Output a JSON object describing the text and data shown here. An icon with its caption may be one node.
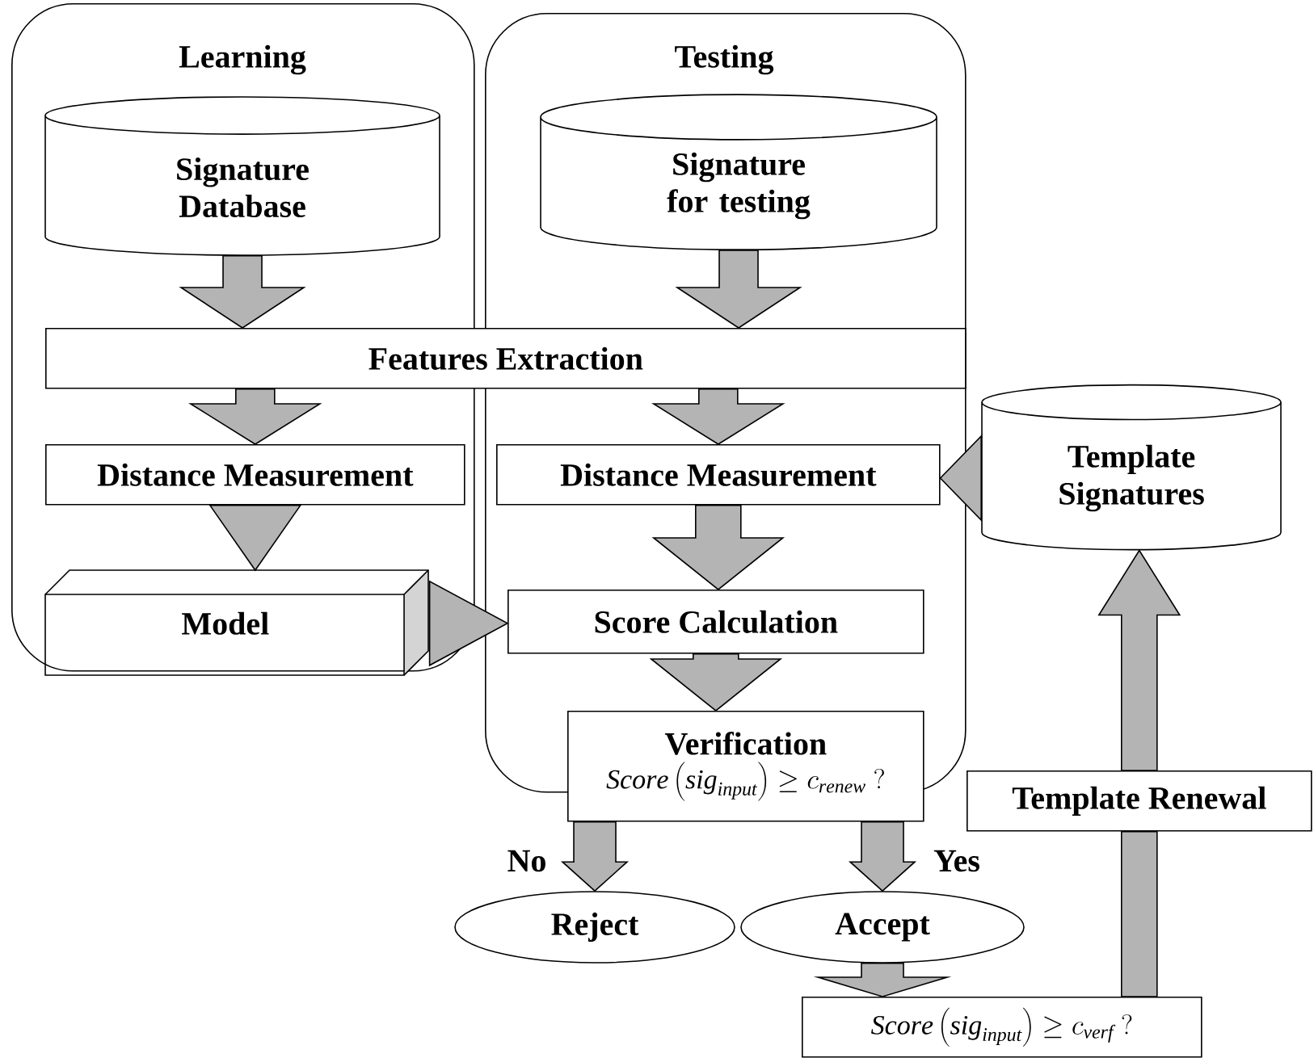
{
  "diagram": {
    "nodes": [
      {
        "text": [
          "Learning"
        ]
      },
      {
        "text": [
          "Testing"
        ]
      },
      {
        "text": [
          "Signature Database"
        ],
        "in": 0
      },
      {
        "text": [
          "Signature for testing"
        ],
        "in": 1
      },
      {
        "text": [
          "Features Extraction"
        ]
      },
      {
        "text": [
          "Distance Measurement"
        ],
        "in": 0
      },
      {
        "text": [
          "Distance Measurement"
        ],
        "in": 1
      },
      {
        "text": [
          "Model"
        ],
        "in": 0
      },
      {
        "text": [
          "Score Calculation"
        ],
        "in": 1
      },
      {
        "text": [
          "Verification",
          "\\mathit{Score}\\left(\\mathit{sig}_{\\mathit{input}}\\right)\\geq c_{\\mathit{renew}}\\ ?"
        ]
      },
      {
        "text": [
          "Reject"
        ]
      },
      {
        "text": [
          "Accept"
        ]
      },
      {
        "text": [
          "\\mathit{Score}\\left(\\mathit{sig}_{\\mathit{input}}\\right)\\geq c_{\\mathit{verf}}\\ ?"
        ]
      },
      {
        "text": [
          "Template Renewal"
        ]
      },
      {
        "text": [
          "Template Signatures"
        ]
      }
    ],
    "edges": [
      {
        "from": 2,
        "to": 4,
        "arrow": "to"
      },
      {
        "from": 3,
        "to": 4,
        "arrow": "to"
      },
      {
        "from": 4,
        "to": 5,
        "arrow": "to"
      },
      {
        "from": 4,
        "to": 6,
        "arrow": "to"
      },
      {
        "from": 5,
        "to": 7,
        "arrow": "to"
      },
      {
        "from": 7,
        "to": 8,
        "arrow": "to"
      },
      {
        "from": 6,
        "to": 8,
        "arrow": "to"
      },
      {
        "from": 14,
        "to": 6,
        "arrow": "to"
      },
      {
        "from": 8,
        "to": 9,
        "arrow": "to"
      },
      {
        "from": 9,
        "to": 10,
        "arrow": "to",
        "label": "No"
      },
      {
        "from": 9,
        "to": 11,
        "arrow": "to",
        "label": "Yes"
      },
      {
        "from": 11,
        "to": 12,
        "arrow": "to"
      },
      {
        "from": 12,
        "to": 13,
        "arrow": "none"
      },
      {
        "from": 13,
        "to": 14,
        "arrow": "to"
      }
    ]
  }
}
